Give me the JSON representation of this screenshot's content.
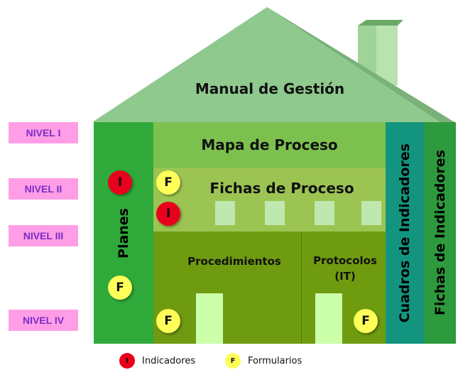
{
  "roof": {
    "title": "Manual de Gestión"
  },
  "levels": [
    "NIVEL I",
    "NIVEL II",
    "NIVEL III",
    "NIVEL IV"
  ],
  "columns": {
    "planes": "Planes",
    "cuadros": "Cuadros de Indicadores",
    "fichas_ind": "Fichas de Indicadores"
  },
  "rows": {
    "mapa": "Mapa de Proceso",
    "fichas": "Fichas de Proceso",
    "procedimientos": "Procedimientos",
    "protocolos": "Protocolos (IT)"
  },
  "badges": {
    "indicador": "I",
    "formulario": "F"
  },
  "legend": [
    {
      "symbol": "I",
      "label": "Indicadores"
    },
    {
      "symbol": "F",
      "label": "Formularios"
    }
  ],
  "colors": {
    "roof": "#8fc98e",
    "chimney": "#b5e0a8",
    "planes": "#2faa3a",
    "mapa": "#7cc04e",
    "fichas": "#9cc452",
    "procedimientos": "#6f9b10",
    "cuadros": "#13947f",
    "fichas_ind": "#2e9a3e",
    "nivel": "#ff9ee6",
    "indicador": "#e8001c",
    "formulario": "#ffff5a"
  }
}
